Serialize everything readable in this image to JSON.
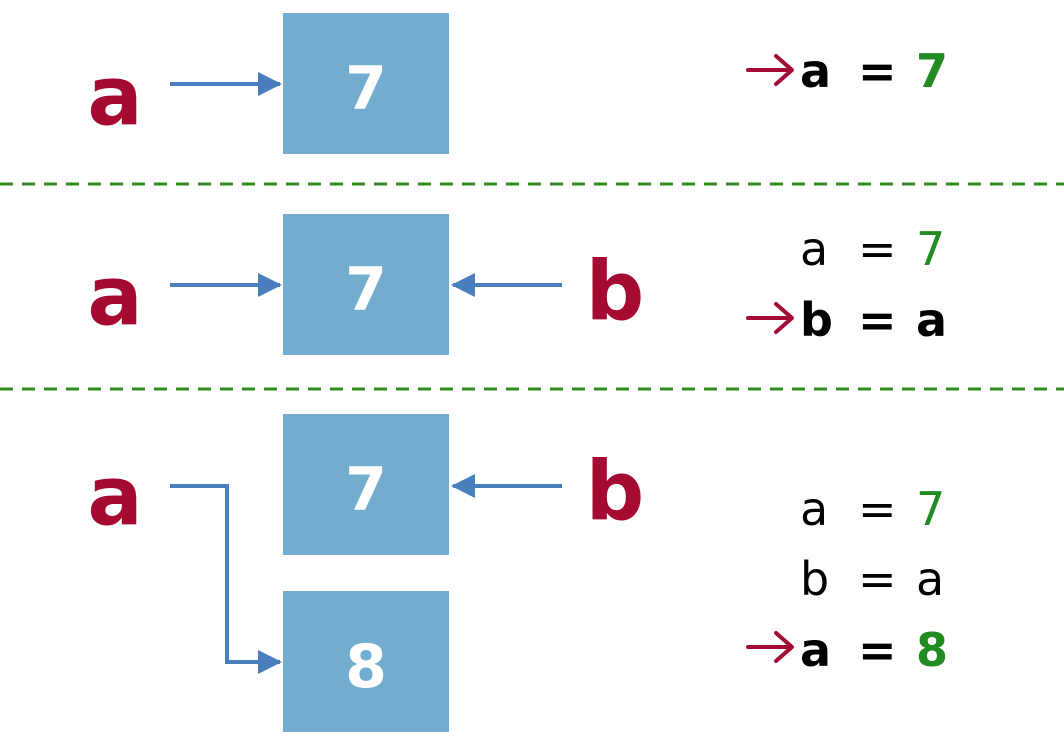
{
  "colors": {
    "box": "#72adcf",
    "box_text": "#ffffff",
    "variable": "#a50b32",
    "pointer": "#4a7fbd",
    "divider": "#2e8b1e",
    "code_text": "#000000",
    "code_number": "#228b22",
    "current_line_marker": "#a50b32"
  },
  "panels": [
    {
      "boxes": [
        "7"
      ],
      "variables": {
        "a": "a"
      },
      "code": [
        {
          "var": "a",
          "eq": "=",
          "value": "7",
          "value_is_number": true,
          "current": true
        }
      ]
    },
    {
      "boxes": [
        "7"
      ],
      "variables": {
        "a": "a",
        "b": "b"
      },
      "code": [
        {
          "var": "a",
          "eq": "=",
          "value": "7",
          "value_is_number": true,
          "current": false
        },
        {
          "var": "b",
          "eq": "=",
          "value": "a",
          "value_is_number": false,
          "current": true
        }
      ]
    },
    {
      "boxes": [
        "7",
        "8"
      ],
      "variables": {
        "a": "a",
        "b": "b"
      },
      "code": [
        {
          "var": "a",
          "eq": "=",
          "value": "7",
          "value_is_number": true,
          "current": false
        },
        {
          "var": "b",
          "eq": "=",
          "value": "a",
          "value_is_number": false,
          "current": false
        },
        {
          "var": "a",
          "eq": "=",
          "value": "8",
          "value_is_number": true,
          "current": true
        }
      ]
    }
  ]
}
